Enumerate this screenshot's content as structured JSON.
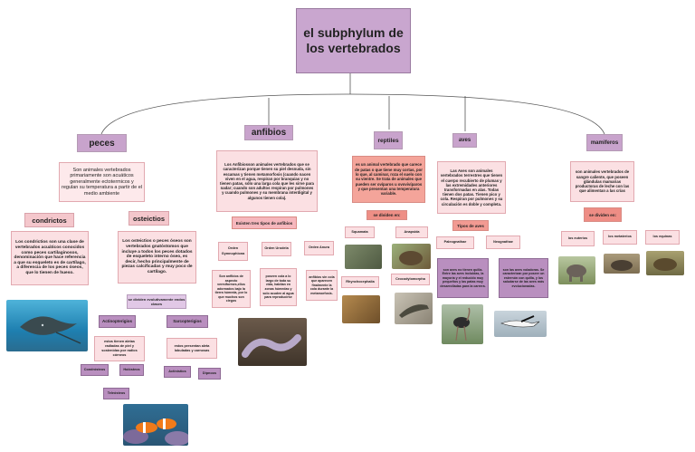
{
  "title": "el subphylum de los vertebrados",
  "peces": {
    "label": "peces",
    "desc": "Son animales vertebrados primariamente son acuáticos generalmente ectotermicos y regulan su temperatura a partir de el medio ambiente",
    "condrictos": {
      "label": "condrictos",
      "desc": "Los condrictios son una clase de vertebrados acuáticos conocidos como peces cartilaginosos, denominación que hace referencia a que su esqueleto es de cartílago, a diferencia de los peces óseos, que lo tienen de hueso."
    },
    "osteictios": {
      "label": "osteictios",
      "desc": "Los osteictios o peces óseos son vertebrados gnatóstomos que incluye a todos los peces dotados de esqueleto interno óseo, es decir, hecho principalmente de piezas calcificadas y muy poco de cartílago.",
      "divide": "se dividen evolutivamente endos clases",
      "actino": "Actinopterigios",
      "actino_desc": "estos tienen aletas radiadas de piel y sostenidas por radios córneos",
      "sarco": "Sarcopterigios",
      "sarco_desc": "estos presentan aleta lobuladas y carnosas",
      "groups": [
        "Condrósteos",
        "Holósteos",
        "Teleósteos",
        "Actinistios",
        "Dipnoos"
      ]
    }
  },
  "anfibios": {
    "label": "anfibios",
    "desc": "Los Anfibiosson animales vertebrados que se caracterizan porque tienen su piel desnuda, sin escamas y tienen metamorfosis (cuando nacen viven en el agua, respiran por branquias y no tienen patas, sólo una larga cola que les sirve para nadar; cuando son adultos respiran por pulmones y cuando pulmones y su membrana interdigital y algunos tienen cola).",
    "tipos": "Existen tres tipos de anfibios",
    "orders": [
      "Orden Gymnophiona",
      "Orden Urodela",
      "Orden Anura"
    ],
    "order_desc": [
      "Son anfibios de aspecto vermiformes,ellos adornados bajo la tierra húmeda, por lo que muchos son ciegos",
      "poseen cola a lo largo de toda su vida, habitan en zonas húmedas y solo acuden al agua para reproducirse",
      "anfibios sin cola que aparecen finalmente la cola durante la metamorfosis."
    ]
  },
  "reptiles": {
    "label": "reptiles",
    "desc": "es un animal vertebrado que carece de patas o que tiene muy cortas, por lo que, al caminar, roza el suelo con su vientre. Se trata de animales que pueden ser ovíparos u ovovivíparos y que presentan una temperatura variable.",
    "divide": "se dividen en:",
    "groups": [
      "Squamata",
      "Anapsida",
      "Rhynchocephalia",
      "Crocodylomorpha"
    ]
  },
  "aves": {
    "label": "aves",
    "desc": "Las Aves son animales vertebrados terrestres que tienen el cuerpo recubierto de plumas y las extremidades anteriores transformadas en alas. Todas tienen dos patas. Tienen pico y cola. Respiran por pulmones y su circulación es doble y completa.",
    "tipos": "Tipos de aves",
    "groups": [
      "Paleognathae",
      "Neognathae"
    ],
    "group_desc": [
      "son aves no tienen quilla. Entre las aves incluidas, la mayoría y el reducido muy pequeños y las patas muy desarrolladas para la carrera.",
      "son las aves voladoras. Se caracterizan por poseer un esternón con quilla, y los saludarse de las aves más evolucionadas."
    ]
  },
  "mamiferos": {
    "label": "mamiferos",
    "desc": "son animales vertebrados de sangre caliente, que poseen glándulas mamarias productoras de leche con las que alimentan a las crías",
    "divide": "se dividen en:",
    "groups": [
      "los euterios",
      "los metaterios",
      "los equinas"
    ]
  },
  "colors": {
    "title": "#c9a6cf",
    "heading": "#c8a3cc",
    "subheading": "#f4c7cc",
    "note": "#fbe0e3",
    "salmon": "#f3a8a0",
    "dark": "#b98fbf"
  }
}
